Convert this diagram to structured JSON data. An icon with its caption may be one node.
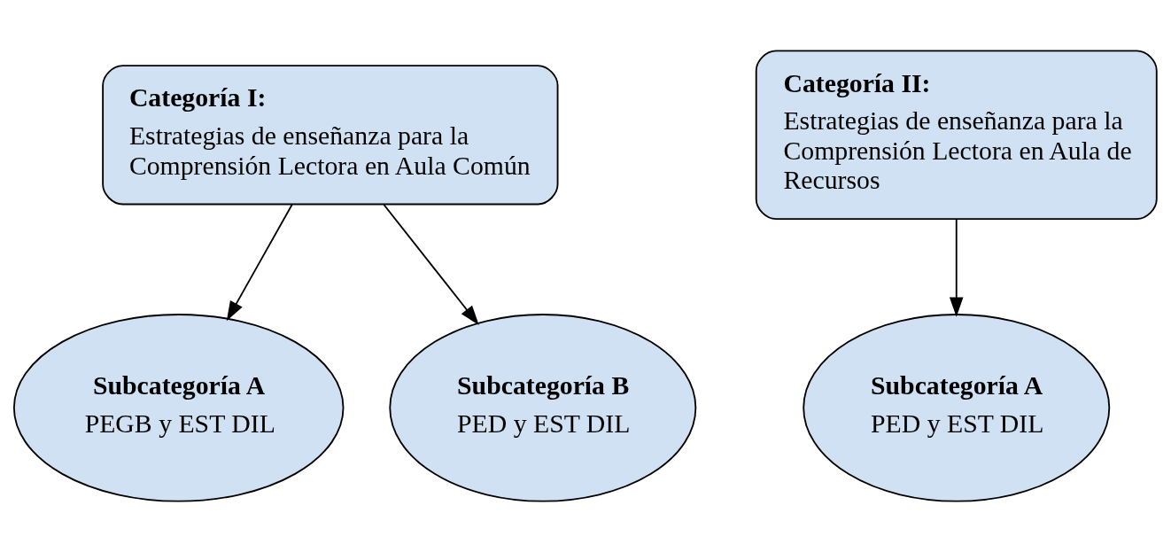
{
  "diagram": {
    "nodes": [
      {
        "text": [
          "Categoría I:",
          "Estrategias de enseñanza para la Comprensión Lectora en Aula Común"
        ]
      },
      {
        "text": [
          "Categoría II:",
          "Estrategias de enseñanza para la Comprensión Lectora en Aula de Recursos"
        ]
      },
      {
        "text": [
          "Subcategoría A",
          "PEGB y EST DIL"
        ]
      },
      {
        "text": [
          "Subcategoría B",
          "PED y EST DIL"
        ]
      },
      {
        "text": [
          "Subcategoría A",
          "PED y EST DIL"
        ]
      }
    ],
    "edges": [
      {
        "from": 0,
        "to": 2,
        "arrow": "to"
      },
      {
        "from": 0,
        "to": 3,
        "arrow": "to"
      },
      {
        "from": 1,
        "to": 4,
        "arrow": "to"
      }
    ]
  }
}
